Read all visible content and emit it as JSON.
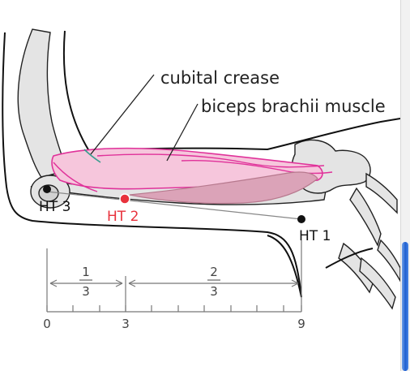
{
  "labels": {
    "cubital_crease": "cubital crease",
    "biceps": "biceps brachii muscle"
  },
  "points": [
    {
      "id": "HT 1",
      "color": "#111111"
    },
    {
      "id": "HT 2",
      "color": "#e8323c"
    },
    {
      "id": "HT 3",
      "color": "#111111"
    }
  ],
  "scale": {
    "ticks": [
      "0",
      "3",
      "9"
    ],
    "fraction_left": {
      "num": "1",
      "den": "3"
    },
    "fraction_right": {
      "num": "2",
      "den": "3"
    }
  },
  "colors": {
    "muscle_fill": "#f6c6dc",
    "muscle_line": "#e0329a",
    "bone_fill": "#e4e4e4",
    "tendon": "#b7798e"
  }
}
